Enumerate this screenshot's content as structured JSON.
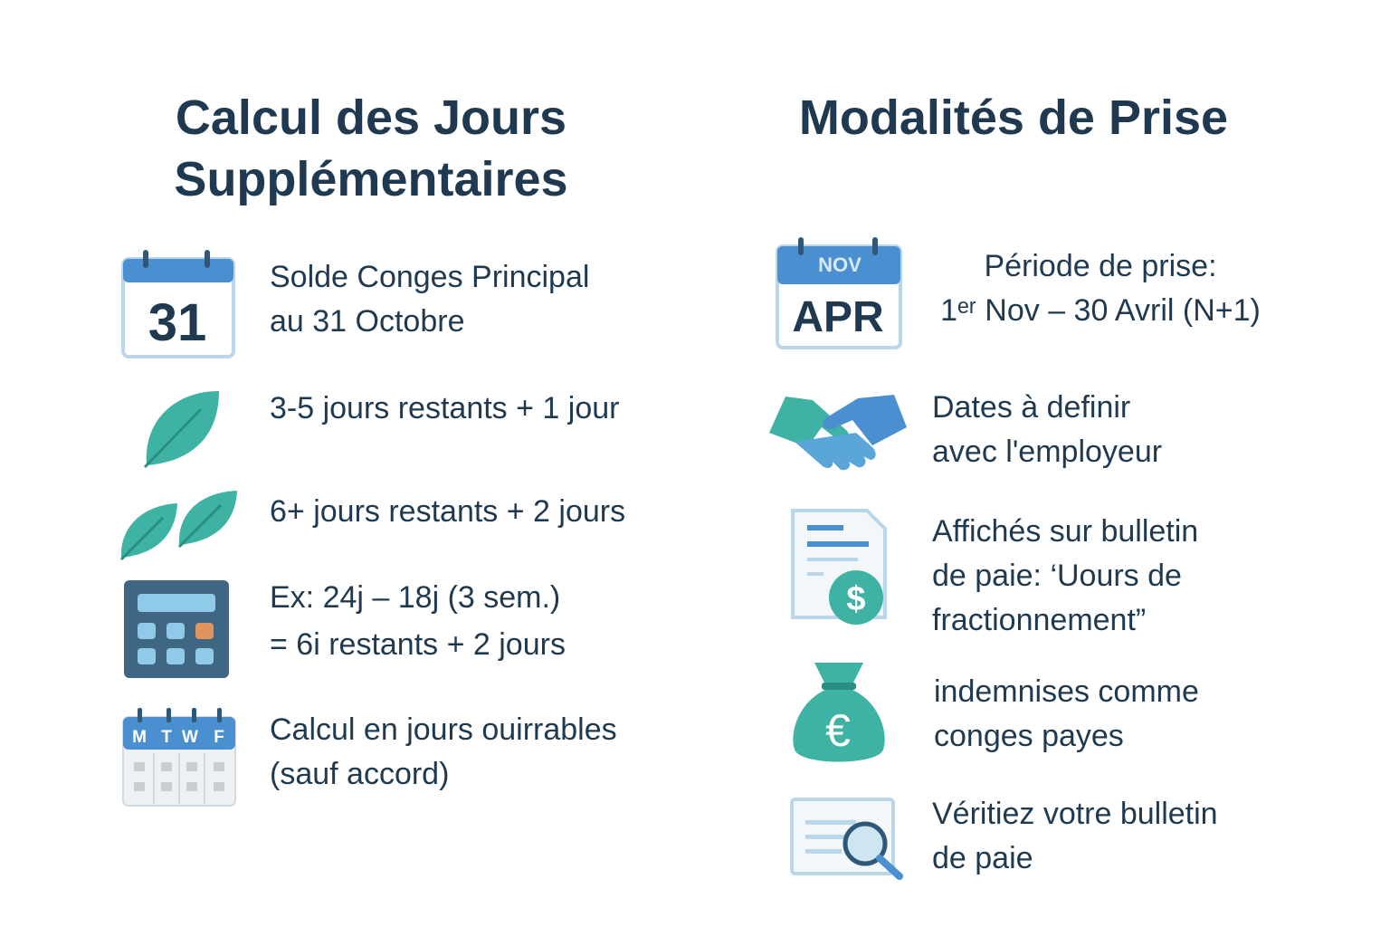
{
  "left": {
    "title_line1": "Calcul des Jours",
    "title_line2": "Supplémentaires",
    "items": [
      {
        "icon": "calendar-31-icon",
        "icon_text": "31",
        "line1": "Solde Conges Principal",
        "line2": "au 31 Octobre"
      },
      {
        "icon": "single-leaf-icon",
        "line1": "3-5 jours restants + 1 jour"
      },
      {
        "icon": "double-leaf-icon",
        "line1": "6+ jours restants + 2 jours"
      },
      {
        "icon": "calculator-icon",
        "line1": "Ex: 24j – 18j (3 sem.)",
        "line2": "= 6i restants + 2 jours"
      },
      {
        "icon": "weekly-calendar-icon",
        "icon_days": [
          "M",
          "T",
          "W",
          "F"
        ],
        "line1": "Calcul en jours ouirrables",
        "line2": "(sauf accord)"
      }
    ]
  },
  "right": {
    "title": "Modalités de Prise",
    "items": [
      {
        "icon": "calendar-nov-apr-icon",
        "icon_top": "NOV",
        "icon_main": "APR",
        "line1": "Période de prise:",
        "line2": "1ᵉʳ Nov – 30 Avril (N+1)"
      },
      {
        "icon": "handshake-icon",
        "line1": "Dates à definir",
        "line2": "avec l'employeur"
      },
      {
        "icon": "payslip-dollar-icon",
        "line1": "Affichés sur bulletin",
        "line2": "de paie: ‘Uours de",
        "line3": "fractionnement”"
      },
      {
        "icon": "euro-money-bag-icon",
        "line1": "indemnises comme",
        "line2": "conges payes"
      },
      {
        "icon": "document-magnifier-icon",
        "line1": "Véritiez votre bulletin",
        "line2": "de paie"
      }
    ]
  },
  "colors": {
    "text": "#1f3a50",
    "blue": "#4a90d0",
    "teal": "#3fb3a3",
    "calc": "#3f6683",
    "orange": "#e0955f"
  }
}
